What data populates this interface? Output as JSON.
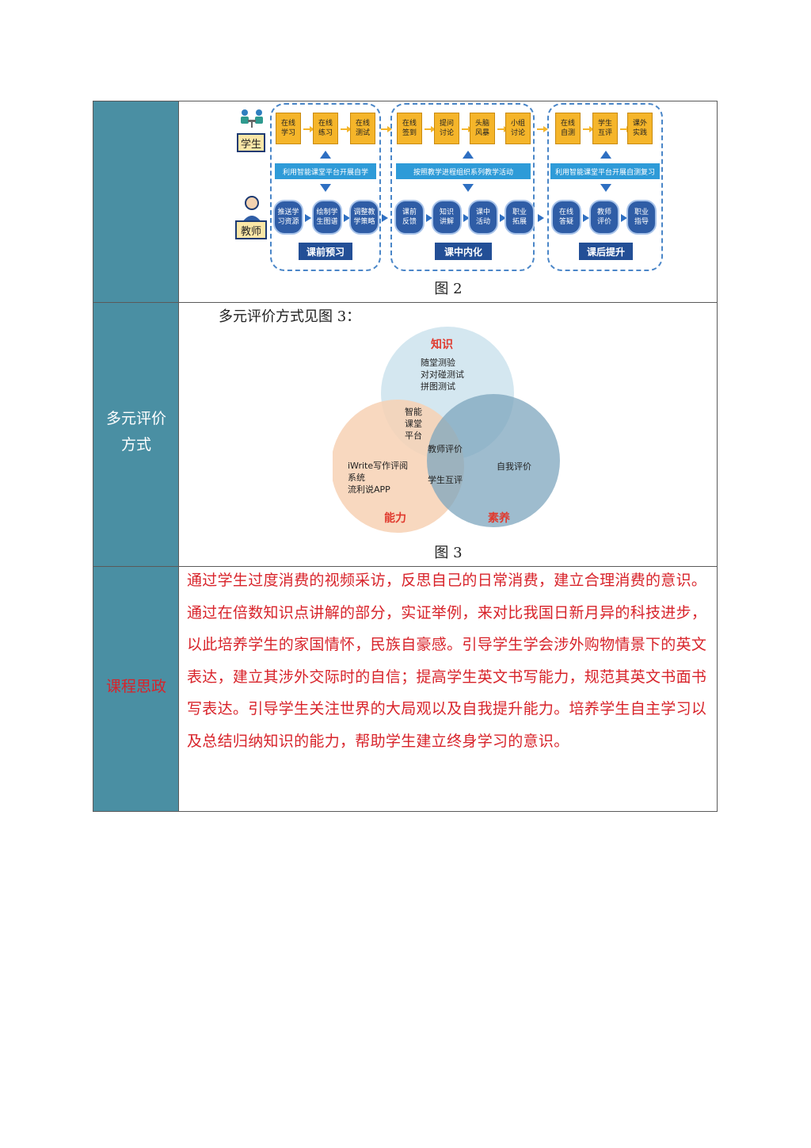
{
  "flow": {
    "roles": {
      "student": "学生",
      "teacher": "教师"
    },
    "student_boxes": [
      "在线\n学习",
      "在线\n练习",
      "在线\n测试",
      "在线\n签到",
      "提问\n讨论",
      "头脑\n风暴",
      "小组\n讨论",
      "在线\n自测",
      "学生\n互评",
      "课外\n实践"
    ],
    "bars": [
      "利用智能课堂平台开展自学",
      "按照教学进程组织系列教学活动",
      "利用智能课堂平台开展自测复习"
    ],
    "teacher_boxes": [
      "推送学\n习资源",
      "绘制学\n生图谱",
      "调整教\n学策略",
      "课前\n反馈",
      "知识\n讲解",
      "课中\n活动",
      "职业\n拓展",
      "在线\n答疑",
      "教师\n评价",
      "职业\n指导"
    ],
    "phases": [
      "课前预习",
      "课中内化",
      "课后提升"
    ]
  },
  "captions": {
    "fig2": "图 2",
    "fig3": "图 3"
  },
  "rows": {
    "eval_label_line1": "多元评价",
    "eval_label_line2": "方式",
    "eval_intro": "多元评价方式见图 3：",
    "ideology_label": "课程思政",
    "ideology_text": "通过学生过度消费的视频采访，反思自己的日常消费，建立合理消费的意识。通过在倍数知识点讲解的部分，实证举例，来对比我国日新月异的科技进步，以此培养学生的家国情怀，民族自豪感。引导学生学会涉外购物情景下的英文表达，建立其涉外交际时的自信；提高学生英文书写能力，规范其英文书面书写表达。引导学生关注世界的大局观以及自我提升能力。培养学生自主学习以及总结归纳知识的能力，帮助学生建立终身学习的意识。"
  },
  "venn": {
    "knowledge_title": "知识",
    "knowledge_items": "随堂测验\n对对碰测试\n拼图测试",
    "ability_title": "能力",
    "ability_items": "iWrite写作评阅\n系统\n流利说APP",
    "literacy_title": "素养",
    "literacy_items": "自我评价",
    "center_platform": "智能\n课堂\n平台",
    "center_teacher": "教师评价",
    "center_peer": "学生互评",
    "colors": {
      "knowledge": "#cfe4ee",
      "ability": "#f7d1b4",
      "literacy": "#7ea5bd"
    }
  }
}
